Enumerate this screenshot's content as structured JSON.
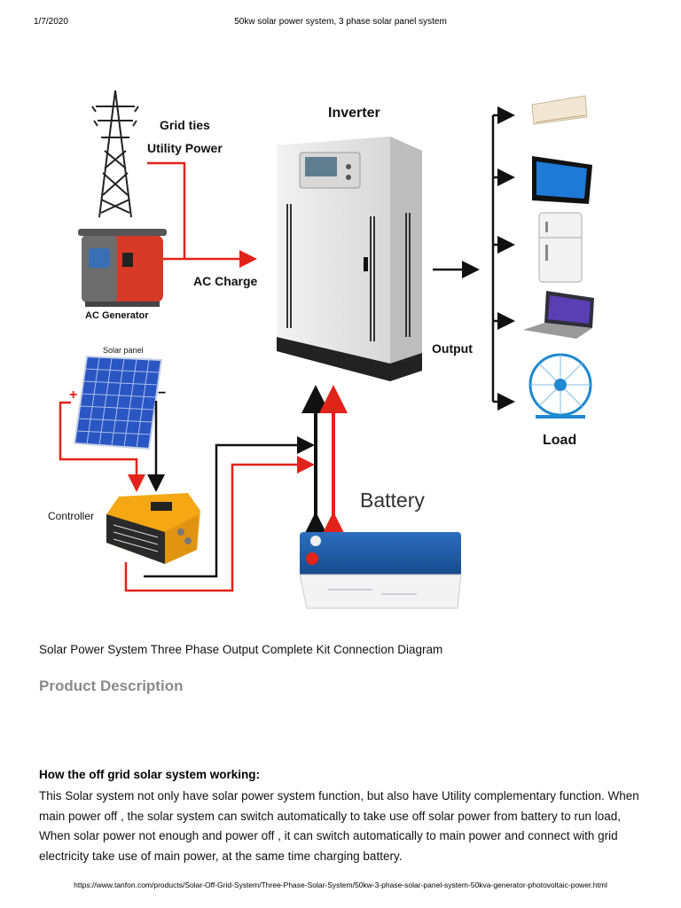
{
  "header": {
    "date": "1/7/2020",
    "title": "50kw solar power system, 3 phase solar panel system"
  },
  "diagram": {
    "labels": {
      "grid_line1": "Grid ties",
      "grid_line2": "Utility Power",
      "inverter": "Inverter",
      "ac_charge": "AC Charge",
      "ac_generator": "AC Generator",
      "solar_panel": "Solar panel",
      "output": "Output",
      "load": "Load",
      "battery": "Battery",
      "controller": "Controller",
      "plus": "+",
      "minus": "−"
    },
    "colors": {
      "red": "#e2231a",
      "black": "#111111",
      "controller": "#f5a814",
      "battery": "#1f5aa6"
    }
  },
  "caption": "Solar Power System Three Phase Output Complete Kit Connection Diagram",
  "section_title": "Product Description",
  "body": {
    "heading": "How the off grid solar system working:",
    "paragraph": "This Solar system not only have solar power system function, but also have Utility complementary function. When main power off , the solar system can switch automatically to take use off solar power from battery to run load, When solar power not enough and power off , it can switch automatically to main power and connect with grid electricity take use of main power, at the same time charging battery."
  },
  "footer": {
    "url": "https://www.tanfon.com/products/Solar-Off-Grid-System/Three-Phase-Solar-System/50kw-3-phase-solar-panel-system-50kva-generator-photovoltaic-power.html"
  }
}
